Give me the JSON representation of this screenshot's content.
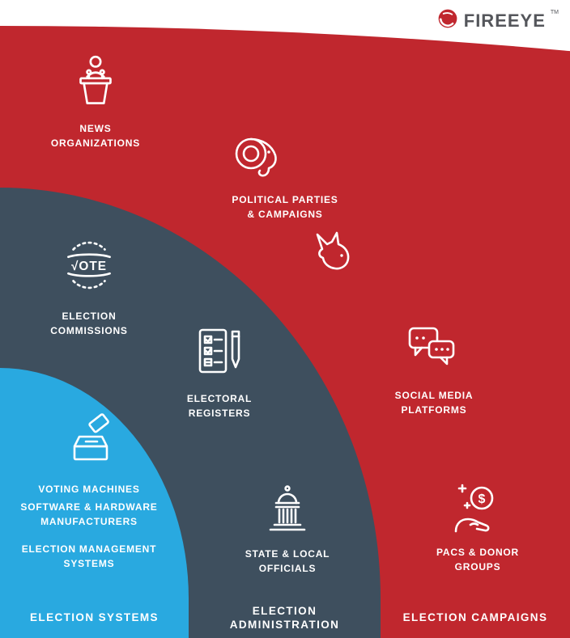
{
  "logo": {
    "brand": "FIREEYE",
    "trademark": "TM"
  },
  "colors": {
    "campaigns_red": "#c0272e",
    "administration_slate": "#3e4f5e",
    "systems_blue": "#29a9e0",
    "logo_text": "#54565b"
  },
  "icons": {
    "vote_text": "√OTE",
    "dollar": "$"
  },
  "items": {
    "news_organizations": {
      "lines": [
        "NEWS",
        "ORGANIZATIONS"
      ]
    },
    "political_parties": {
      "lines": [
        "POLITICAL PARTIES",
        "& CAMPAIGNS"
      ]
    },
    "social_media": {
      "lines": [
        "SOCIAL MEDIA",
        "PLATFORMS"
      ]
    },
    "pacs_donor": {
      "lines": [
        "PACS & DONOR",
        "GROUPS"
      ]
    },
    "election_commissions": {
      "lines": [
        "ELECTION",
        "COMMISSIONS"
      ]
    },
    "electoral_registers": {
      "lines": [
        "ELECTORAL",
        "REGISTERS"
      ]
    },
    "state_local_officials": {
      "lines": [
        "STATE & LOCAL",
        "OFFICIALS"
      ]
    },
    "voting_machines": {
      "lines": [
        "VOTING MACHINES"
      ]
    },
    "software_hardware": {
      "lines": [
        "SOFTWARE & HARDWARE",
        "MANUFACTURERS"
      ]
    },
    "election_management": {
      "lines": [
        "ELECTION MANAGEMENT",
        "SYSTEMS"
      ]
    }
  },
  "footer": {
    "systems": "ELECTION SYSTEMS",
    "administration_lines": [
      "ELECTION",
      "ADMINISTRATION"
    ],
    "campaigns": "ELECTION CAMPAIGNS"
  }
}
